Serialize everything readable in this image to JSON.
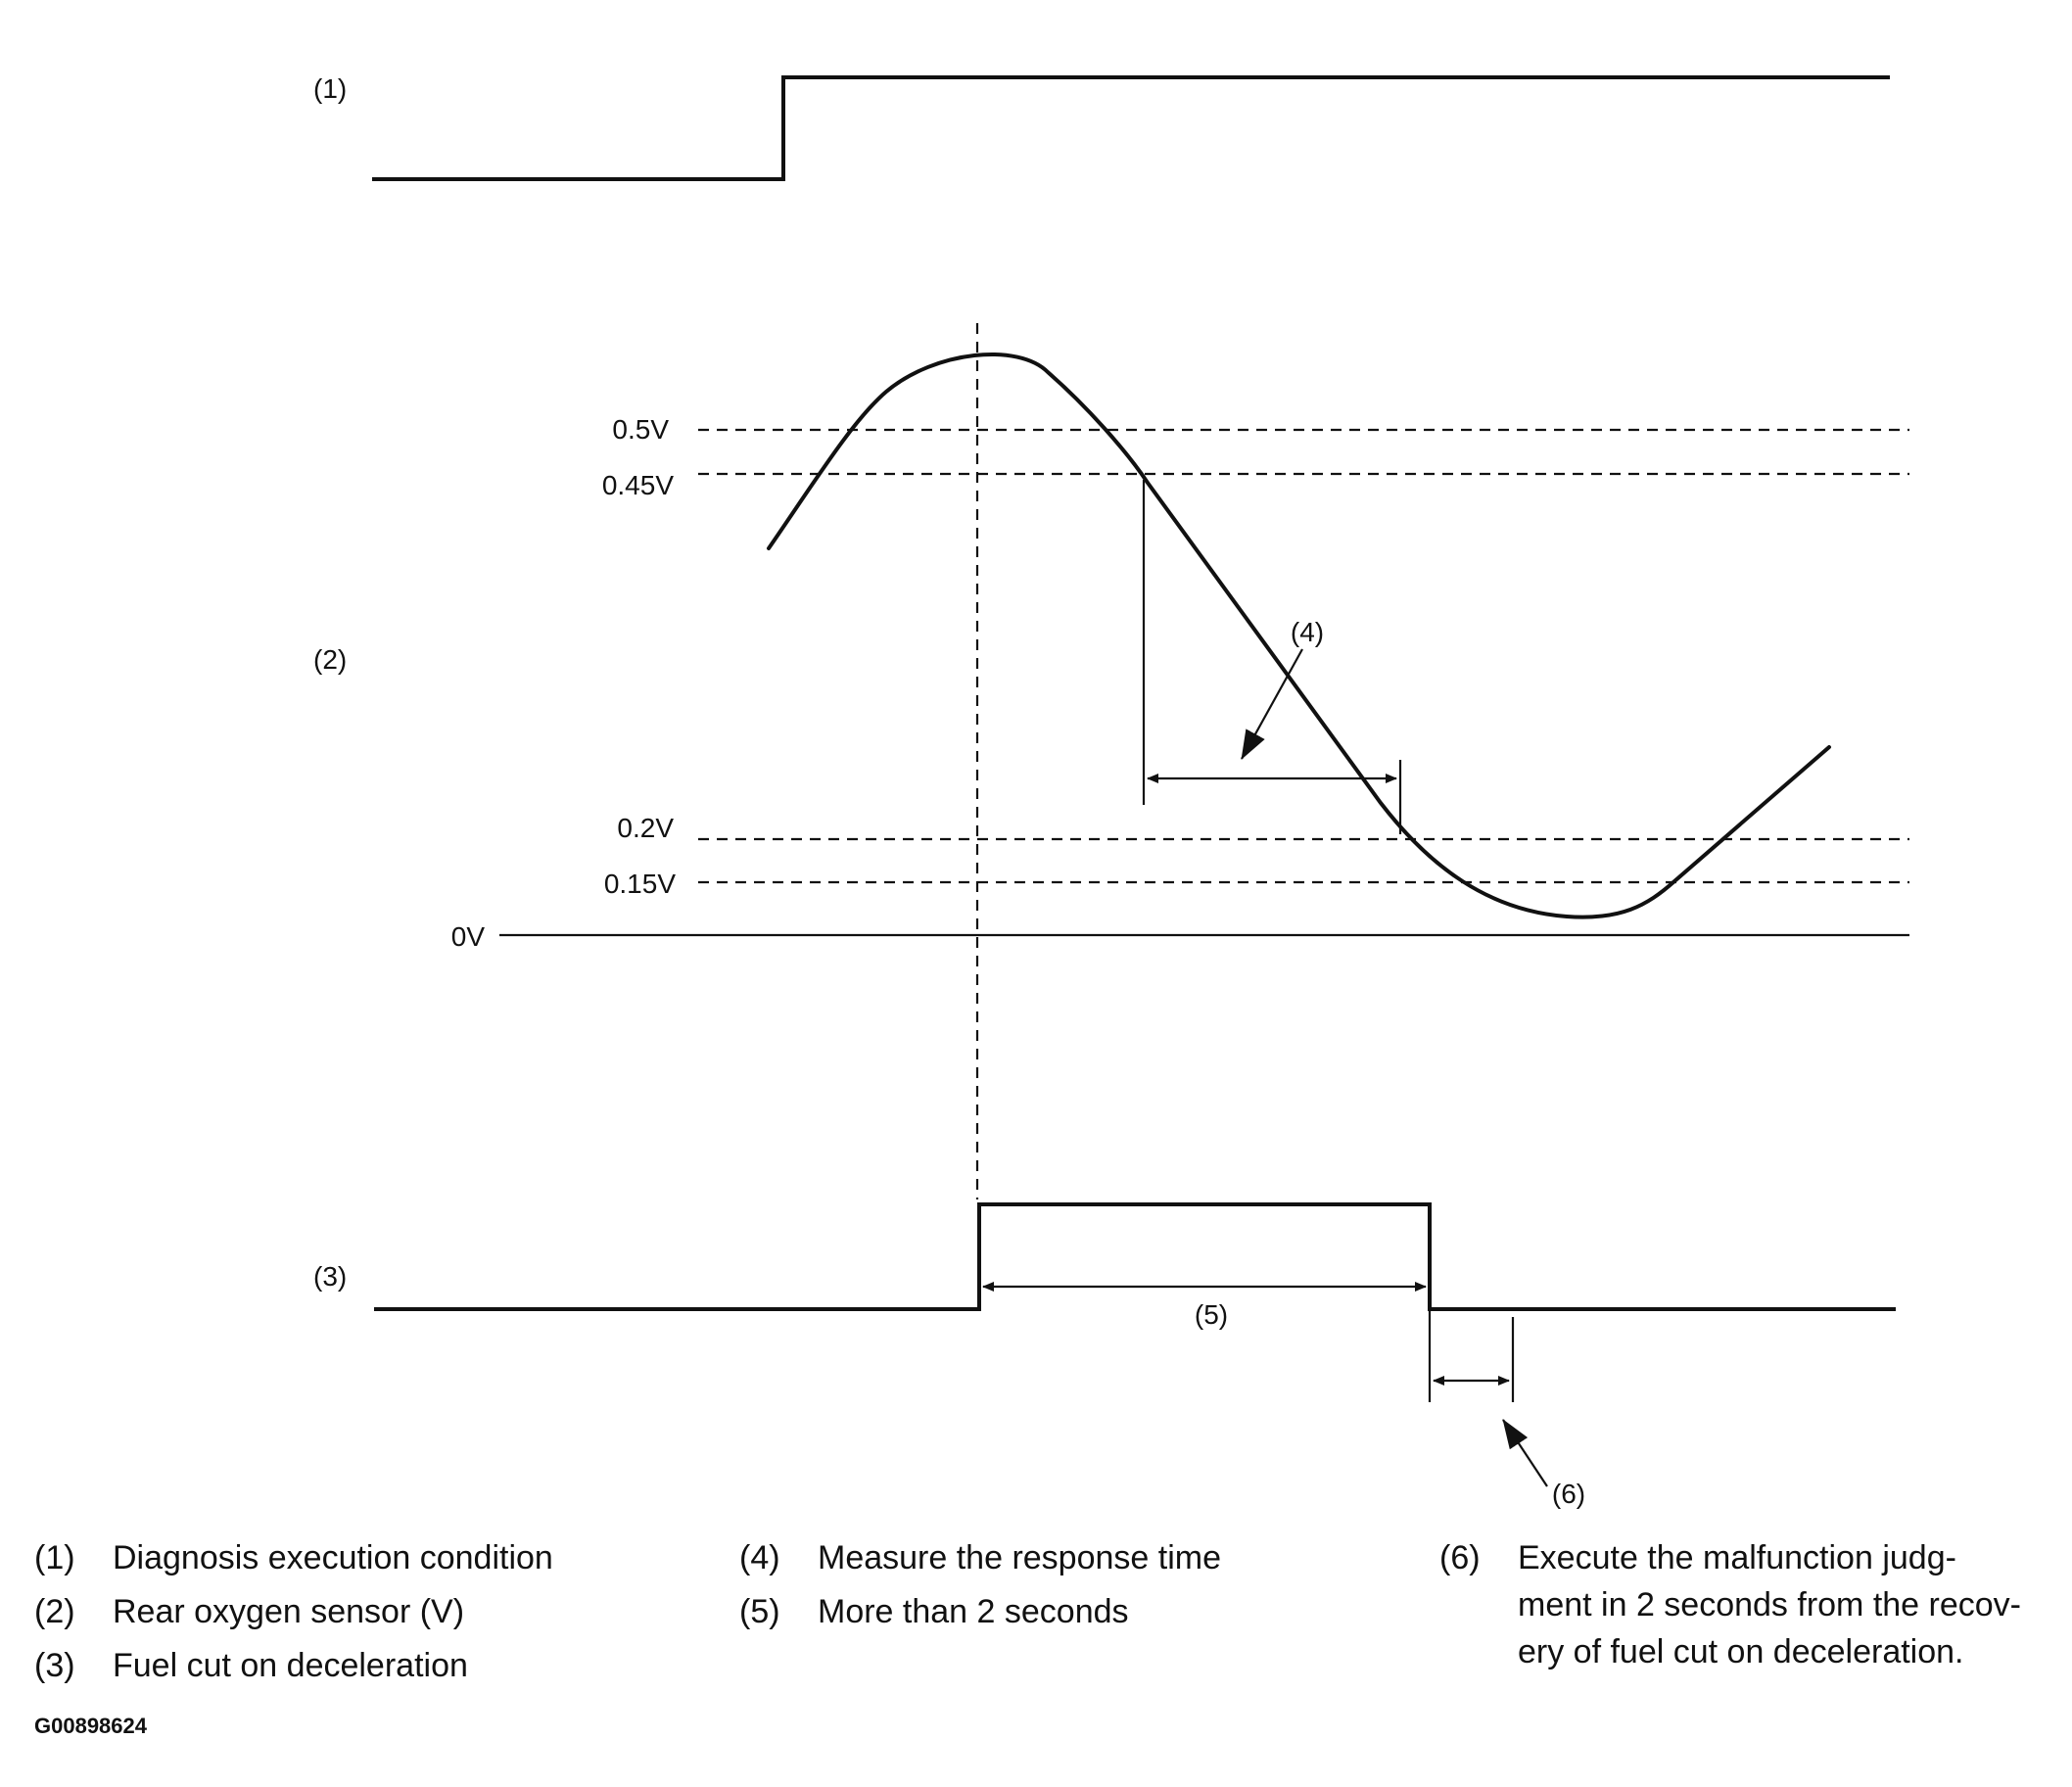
{
  "figure_id": "G00898624",
  "signal_labels": {
    "diag": "(1)",
    "sensor": "(2)",
    "fuelcut": "(3)"
  },
  "voltage_levels": {
    "v050": "0.5V",
    "v045": "0.45V",
    "v020": "0.2V",
    "v015": "0.15V",
    "v000": "0V"
  },
  "callouts": {
    "response": "(4)",
    "duration": "(5)",
    "judgment": "(6)"
  },
  "legend": {
    "col1": [
      {
        "num": "(1)",
        "text": "Diagnosis execution condition"
      },
      {
        "num": "(2)",
        "text": "Rear oxygen sensor (V)"
      },
      {
        "num": "(3)",
        "text": "Fuel cut on deceleration"
      }
    ],
    "col2": [
      {
        "num": "(4)",
        "text": "Measure the response time"
      },
      {
        "num": "(5)",
        "text": "More than 2 seconds"
      }
    ],
    "col3": {
      "num": "(6)",
      "lines": [
        "Execute the malfunction judg-",
        "ment in 2 seconds from the recov-",
        "ery of fuel cut on deceleration."
      ]
    }
  }
}
